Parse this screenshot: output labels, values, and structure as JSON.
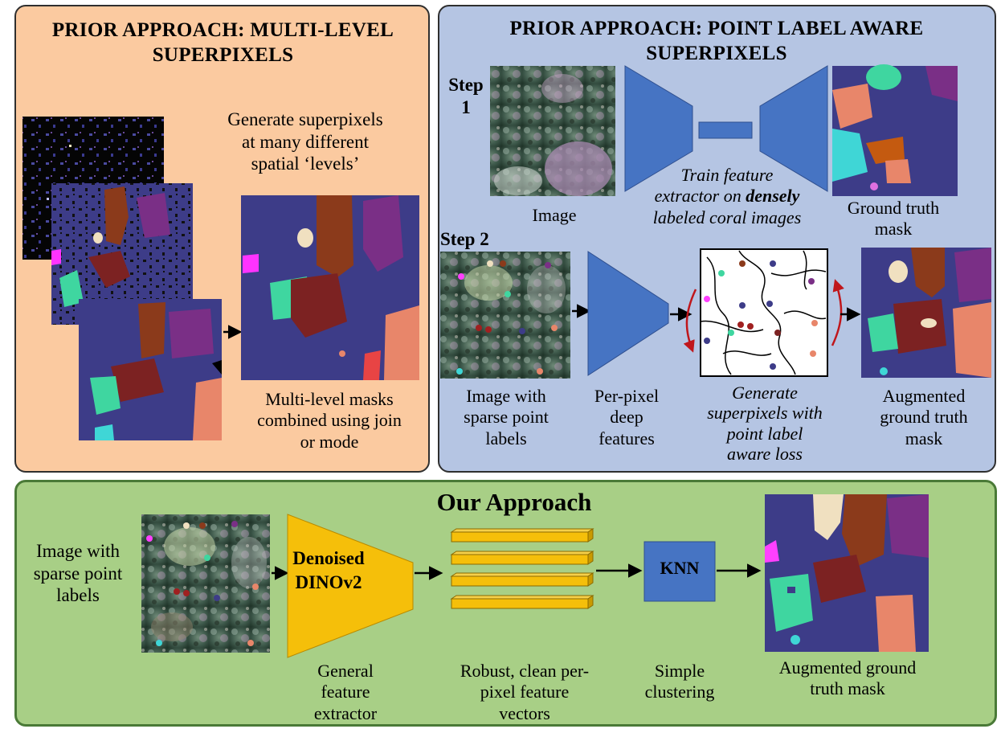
{
  "colors": {
    "left_panel_bg": "#fbcaa0",
    "right_panel_bg": "#b5c5e3",
    "bottom_panel_bg": "#a8cf86",
    "bottom_panel_border": "#4a7a37",
    "network_blue": "#4674c3",
    "dino_yellow": "#f5bf0a",
    "mask_background": "#3d3c88",
    "arrow_red": "#c0161b"
  },
  "left_panel": {
    "title_line1": "PRIOR APPROACH: MULTI-LEVEL",
    "title_line2": "SUPERPIXELS",
    "generate_line1": "Generate superpixels",
    "generate_line2": "at many different",
    "generate_line3": "spatial ‘levels’",
    "combined_line1": "Multi-level masks",
    "combined_line2": "combined using join",
    "combined_line3": "or mode"
  },
  "right_panel": {
    "title_line1": "PRIOR APPROACH: POINT LABEL AWARE",
    "title_line2": "SUPERPIXELS",
    "step1_word": "Step",
    "step1_num": "1",
    "image_label": "Image",
    "train_line1": "Train feature",
    "train_line2_pre": "extractor on ",
    "train_line2_bold": "densely",
    "train_line3": "labeled coral images",
    "gt_line1": "Ground truth",
    "gt_line2": "mask",
    "step2_label": "Step 2",
    "sparse_line1": "Image with",
    "sparse_line2": "sparse point",
    "sparse_line3": "labels",
    "perpixel_line1": "Per-pixel",
    "perpixel_line2": "deep",
    "perpixel_line3": "features",
    "gen_line1": "Generate",
    "gen_line2": "superpixels with",
    "gen_line3": "point label",
    "gen_line4": "aware loss",
    "aug_line1": "Augmented",
    "aug_line2": "ground truth",
    "aug_line3": "mask"
  },
  "bottom_panel": {
    "title": "Our Approach",
    "sparse_line1": "Image with",
    "sparse_line2": "sparse point",
    "sparse_line3": "labels",
    "dino_line1": "Denoised",
    "dino_line2": "DINOv2",
    "general_line1": "General",
    "general_line2": "feature",
    "general_line3": "extractor",
    "robust_line1": "Robust, clean per-",
    "robust_line2": "pixel feature",
    "robust_line3": "vectors",
    "knn_label": "KNN",
    "simple_line1": "Simple",
    "simple_line2": "clustering",
    "aug_line1": "Augmented ground",
    "aug_line2": "truth mask"
  }
}
